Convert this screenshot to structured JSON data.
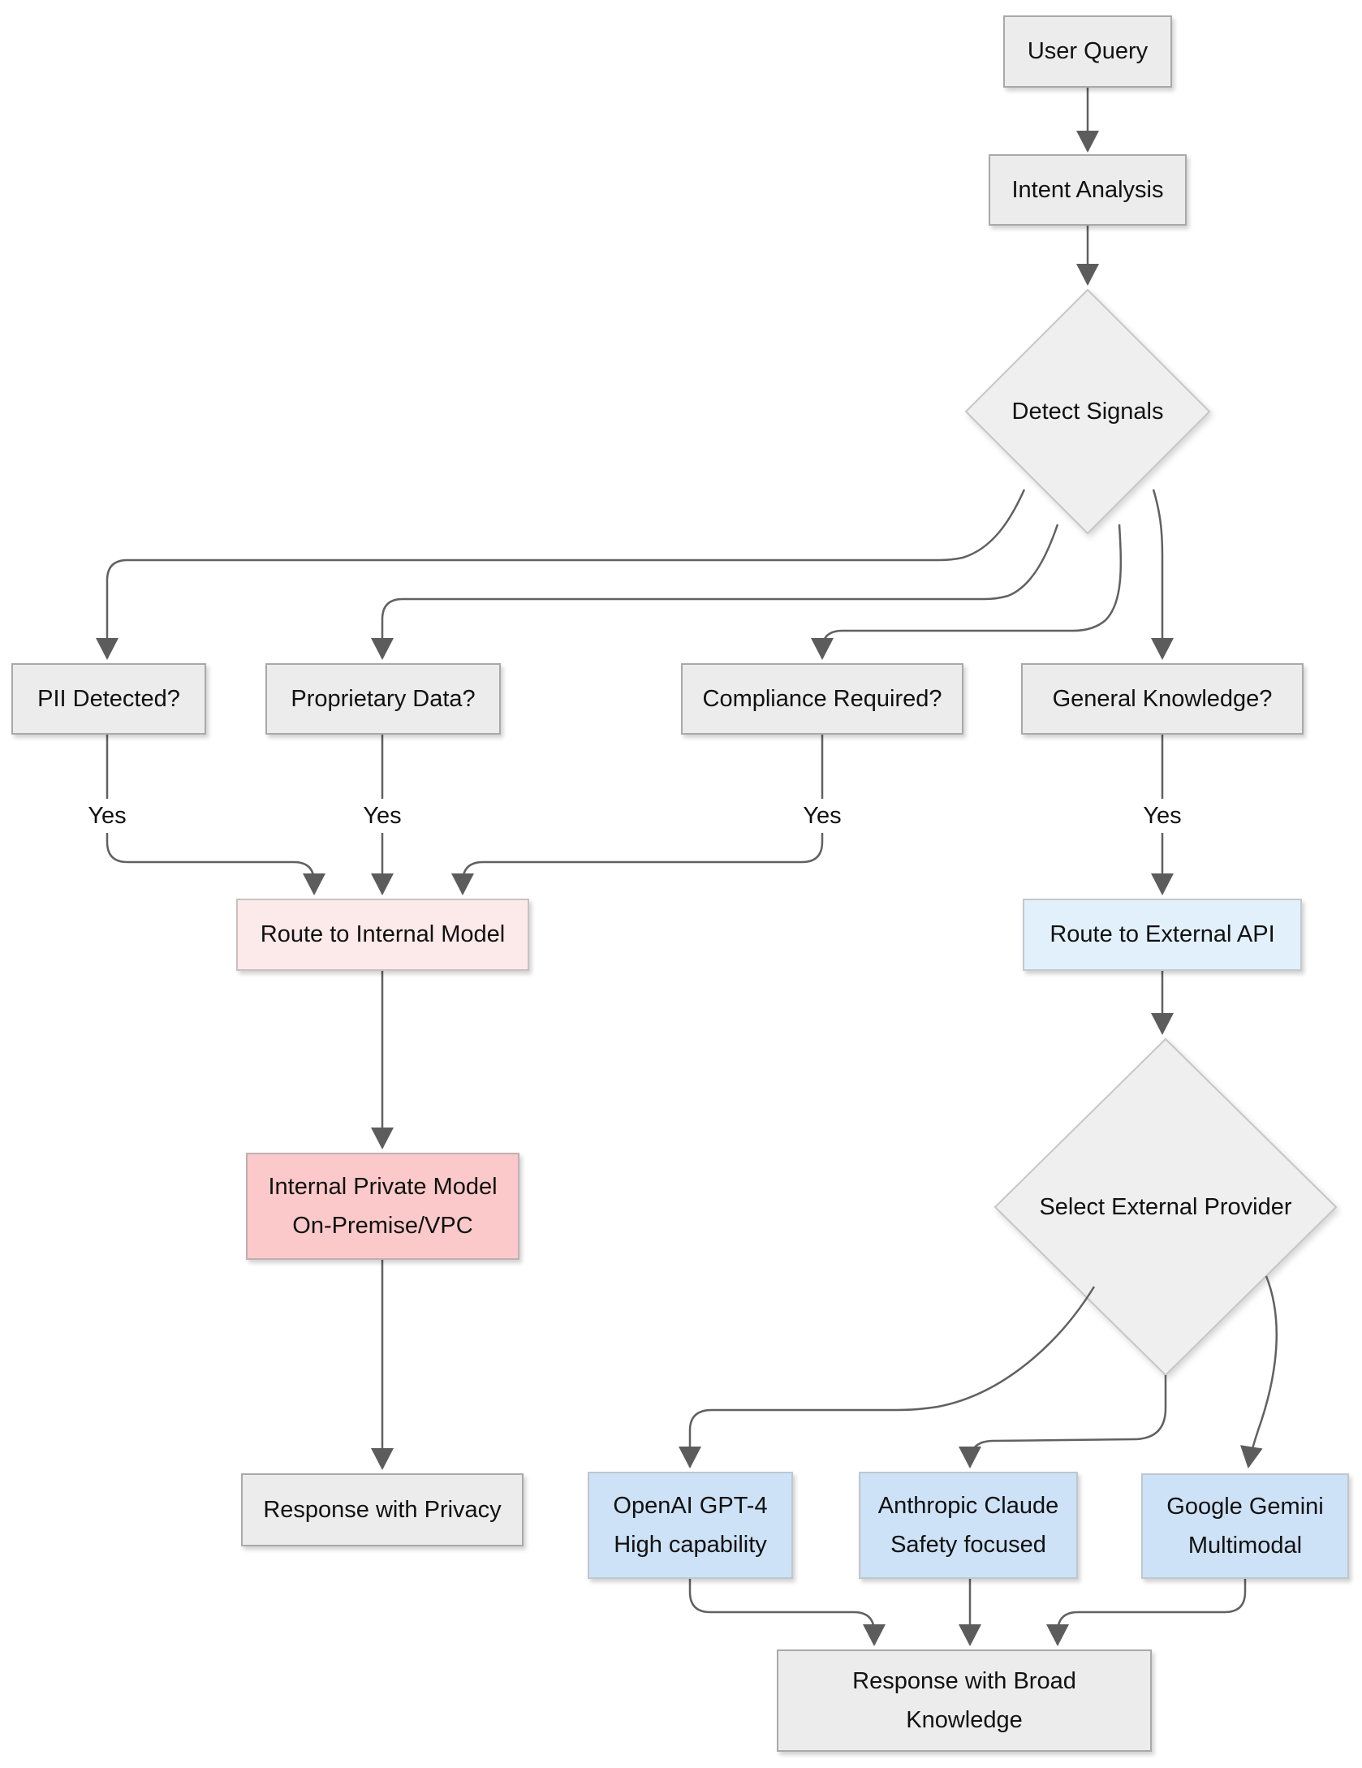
{
  "diagram": {
    "type": "flowchart",
    "nodes": {
      "user_query": {
        "label": "User Query"
      },
      "intent_analysis": {
        "label": "Intent Analysis"
      },
      "detect_signals": {
        "label": "Detect Signals"
      },
      "pii": {
        "label": "PII Detected?"
      },
      "proprietary": {
        "label": "Proprietary Data?"
      },
      "compliance": {
        "label": "Compliance Required?"
      },
      "general": {
        "label": "General Knowledge?"
      },
      "route_internal": {
        "label": "Route to Internal Model"
      },
      "route_external": {
        "label": "Route to External API"
      },
      "internal_private": {
        "line1": "Internal Private Model",
        "line2": "On-Premise/VPC"
      },
      "select_provider": {
        "label": "Select External Provider"
      },
      "response_privacy": {
        "label": "Response with Privacy"
      },
      "openai": {
        "line1": "OpenAI GPT-4",
        "line2": "High capability"
      },
      "anthropic": {
        "line1": "Anthropic Claude",
        "line2": "Safety focused"
      },
      "gemini": {
        "line1": "Google Gemini",
        "line2": "Multimodal"
      },
      "response_broad": {
        "line1": "Response with Broad",
        "line2": "Knowledge"
      }
    },
    "edge_labels": {
      "pii_yes": "Yes",
      "proprietary_yes": "Yes",
      "compliance_yes": "Yes",
      "general_yes": "Yes"
    },
    "palette": {
      "node_gray": "#ececec",
      "node_pink_light": "#fce9e9",
      "node_pink": "#fbc9c9",
      "node_blue_light": "#e2f0fb",
      "node_blue": "#cde2f6",
      "edge": "#616161",
      "text": "#111111"
    }
  }
}
